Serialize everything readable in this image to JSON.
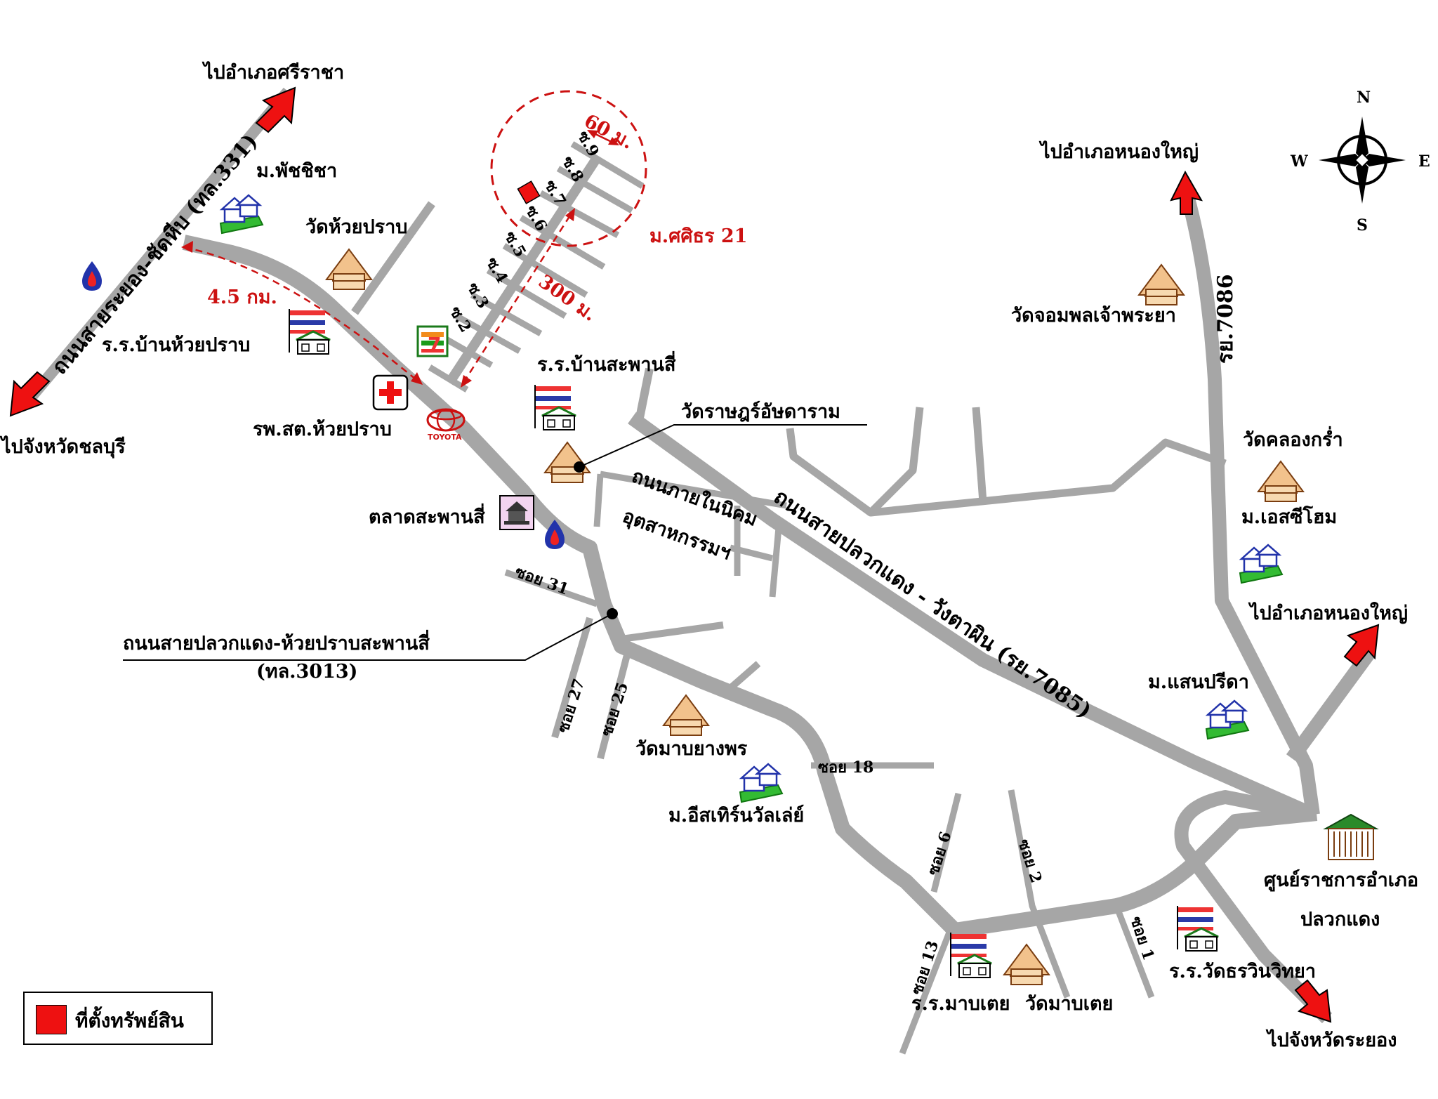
{
  "colors": {
    "road": "#a6a6a6",
    "arrow": "#ee1111",
    "property": "#ee1111",
    "dash": "#cc1111",
    "text": "#000000",
    "distance_text": "#cc1111"
  },
  "directions": {
    "sriracha": "ไปอำเภอศรีราชา",
    "chonburi": "ไปจังหวัดชลบุรี",
    "nongyai_top": "ไปอำเภอหนองใหญ่",
    "nongyai_right": "ไปอำเภอหนองใหญ่",
    "rayong": "ไปจังหวัดระยอง"
  },
  "roads": {
    "road_331": "ถนนสายระยอง-ชัดหีบ (ทล.331)",
    "road_7085": "ถนนสายปลวกแดง - วังตาผิน (รย.7085)",
    "road_7086": "รย.7086",
    "road_3013_line1": "ถนนสายปลวกแดง-ห้วยปราบสะพานสี่",
    "road_3013_line2": "(ทล.3013)",
    "industrial_line1": "ถนนภายในนิคม",
    "industrial_line2": "อุตสาหกรรมฯ"
  },
  "sois": {
    "s2": "ซ.2",
    "s3": "ซ.3",
    "s4": "ซ.4",
    "s5": "ซ.5",
    "s6": "ซ.6",
    "s7": "ซ.7",
    "s8": "ซ.8",
    "s9": "ซ.9",
    "soi31": "ซอย 31",
    "soi27": "ซอย 27",
    "soi25": "ซอย 25",
    "soi18": "ซอย 18",
    "soi6": "ซอย 6",
    "soi2": "ซอย 2",
    "soi1": "ซอย 1",
    "soi13": "ซอย 13"
  },
  "distances": {
    "d45km": "4.5 กม.",
    "d300m": "300 ม.",
    "d60m": "60 ม."
  },
  "places": {
    "phatchicha": "ม.พัชชิชา",
    "wat_huaiprap": "วัดห้วยปราบ",
    "school_huaiprap": "ร.ร.บ้านห้วยปราบ",
    "hospital": "รพ.สต.ห้วยปราบ",
    "school_saphansi": "ร.ร.บ้านสะพานสี่",
    "wat_rat": "วัดราษฎร์อัษดาราม",
    "market": "ตลาดสะพานสี่",
    "sitthi": "ม.ศศิธร 21",
    "wat_chomphon": "วัดจอมพลเจ้าพระยา",
    "wat_khlongkram": "วัดคลองกร่ำ",
    "acihome": "ม.เอสซีโฮม",
    "saenprida": "ม.แสนปรีดา",
    "wat_mapyangphon": "วัดมาบยางพร",
    "eastern_valley": "ม.อีสเทิร์นวัลเล่ย์",
    "govt_center_line1": "ศูนย์ราชการอำเภอ",
    "govt_center_line2": "ปลวกแดง",
    "school_watwarin": "ร.ร.วัดธรวินวิทยา",
    "school_maptoei": "ร.ร.มาบเตย",
    "wat_maptoei": "วัดมาบเตย"
  },
  "compass": {
    "n": "N",
    "s": "S",
    "e": "E",
    "w": "W"
  },
  "legend": {
    "label": "ที่ตั้งทรัพย์สิน"
  }
}
